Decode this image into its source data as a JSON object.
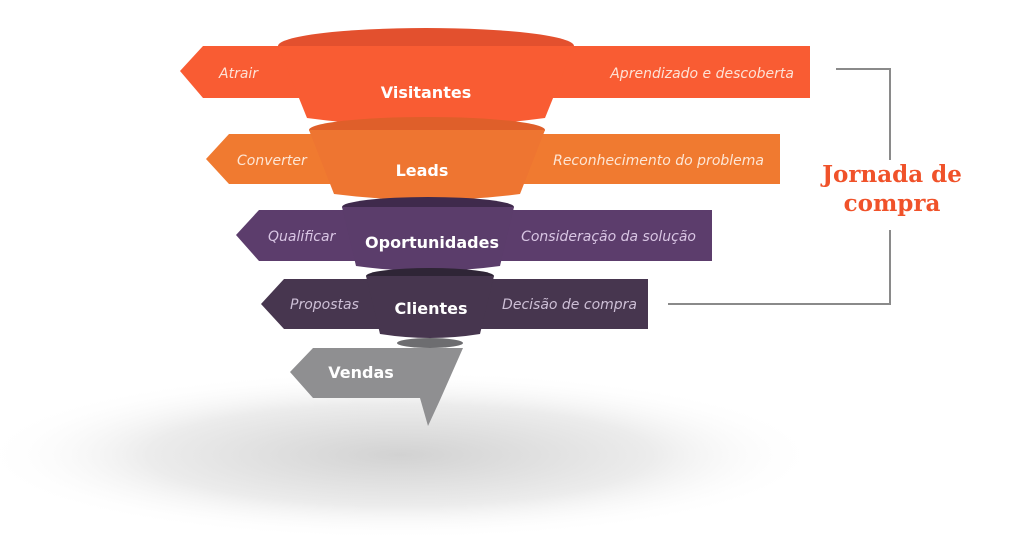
{
  "stages": [
    {
      "name": "Visitantes",
      "action": "Atrair",
      "phase": "Aprendizado e descoberta",
      "color": "#f95c33",
      "band_color": "#f95c33",
      "bowl_top": "#e3502e",
      "text_color": "#fde2d6"
    },
    {
      "name": "Leads",
      "action": "Converter",
      "phase": "Reconhecimento do problema",
      "color": "#ee7531",
      "band_color": "#f07a30",
      "bowl_top": "#df5f2a",
      "text_color": "#fde6d5"
    },
    {
      "name": "Oportunidades",
      "action": "Qualificar",
      "phase": "Consideração da solução",
      "color": "#5b3d6b",
      "band_color": "#5c3d6c",
      "bowl_top": "#3f2a4c",
      "text_color": "#d9c6e4"
    },
    {
      "name": "Clientes",
      "action": "Propostas",
      "phase": "Decisão de compra",
      "color": "#47364f",
      "band_color": "#47364f",
      "bowl_top": "#2f2536",
      "text_color": "#cdbfd6"
    },
    {
      "name": "Vendas",
      "action": "",
      "phase": "",
      "color": "#8f8f91",
      "band_color": "#8f8f91",
      "bowl_top": "#6d6d70",
      "text_color": "#ffffff"
    }
  ],
  "journey": {
    "line1": "Jornada de",
    "line2": "compra",
    "color": "#f0522a",
    "bracket_color": "#8a8a8a"
  }
}
